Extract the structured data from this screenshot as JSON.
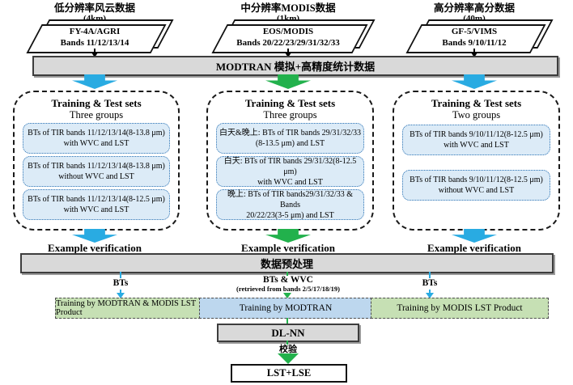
{
  "colors": {
    "cyan_arrow": "#29ABE2",
    "green_arrow": "#22B14C",
    "bar_gray": "#D9D9D9",
    "item_blue_fill": "#DCEBF7",
    "item_blue_border": "#2E74B5",
    "training_green": "#C6E0B4",
    "training_blue": "#BDD7EE"
  },
  "columns": [
    {
      "header_title": "低分辨率风云数据",
      "header_res": "(4km)",
      "sensor": "FY-4A/AGRI",
      "bands": "Bands 11/12/13/14",
      "set_title": "Training & Test sets",
      "set_subtitle": "Three groups",
      "items": [
        "BTs of TIR bands 11/12/13/14(8-13.8 μm)\nwith WVC and LST",
        "BTs of TIR bands 11/12/13/14(8-13.8 μm)\nwithout WVC and LST",
        "BTs of TIR bands 11/12/13/14(8-12.5 μm)\nwith WVC and LST"
      ],
      "verification": "Example verification",
      "flow_label": "BTs",
      "training": "Training by MODTRAN & MODIS LST Product"
    },
    {
      "header_title": "中分辨率MODIS数据",
      "header_res": "(1km)",
      "sensor": "EOS/MODIS",
      "bands": "Bands 20/22/23/29/31/32/33",
      "set_title": "Training & Test sets",
      "set_subtitle": "Three groups",
      "items": [
        "白天&晚上: BTs of TIR bands 29/31/32/33\n(8-13.5 μm) and LST",
        "白天: BTs of TIR bands 29/31/32(8-12.5 μm)\nwith WVC and LST",
        "晚上: BTs of TIR bands29/31/32/33 & Bands\n20/22/23(3-5 μm) and LST"
      ],
      "verification": "Example verification",
      "flow_label": "BTs & WVC",
      "flow_sublabel": "(retrieved from bands 2/5/17/18/19)",
      "training": "Training by MODTRAN"
    },
    {
      "header_title": "高分辨率高分数据",
      "header_res": "(40m)",
      "sensor": "GF-5/VIMS",
      "bands": "Bands 9/10/11/12",
      "set_title": "Training & Test sets",
      "set_subtitle": "Two groups",
      "items": [
        "BTs of TIR bands 9/10/11/12(8-12.5 μm)\nwith WVC and LST",
        "BTs of TIR bands 9/10/11/12(8-12.5 μm)\nwithout WVC and LST"
      ],
      "verification": "Example verification",
      "flow_label": "BTs",
      "training": "Training by MODIS LST Product"
    }
  ],
  "modtran_bar": "MODTRAN 模拟+高精度统计数据",
  "preprocess_bar": "数据预处理",
  "dlnn": "DL-NN",
  "check_label": "校验",
  "output": "LST+LSE"
}
